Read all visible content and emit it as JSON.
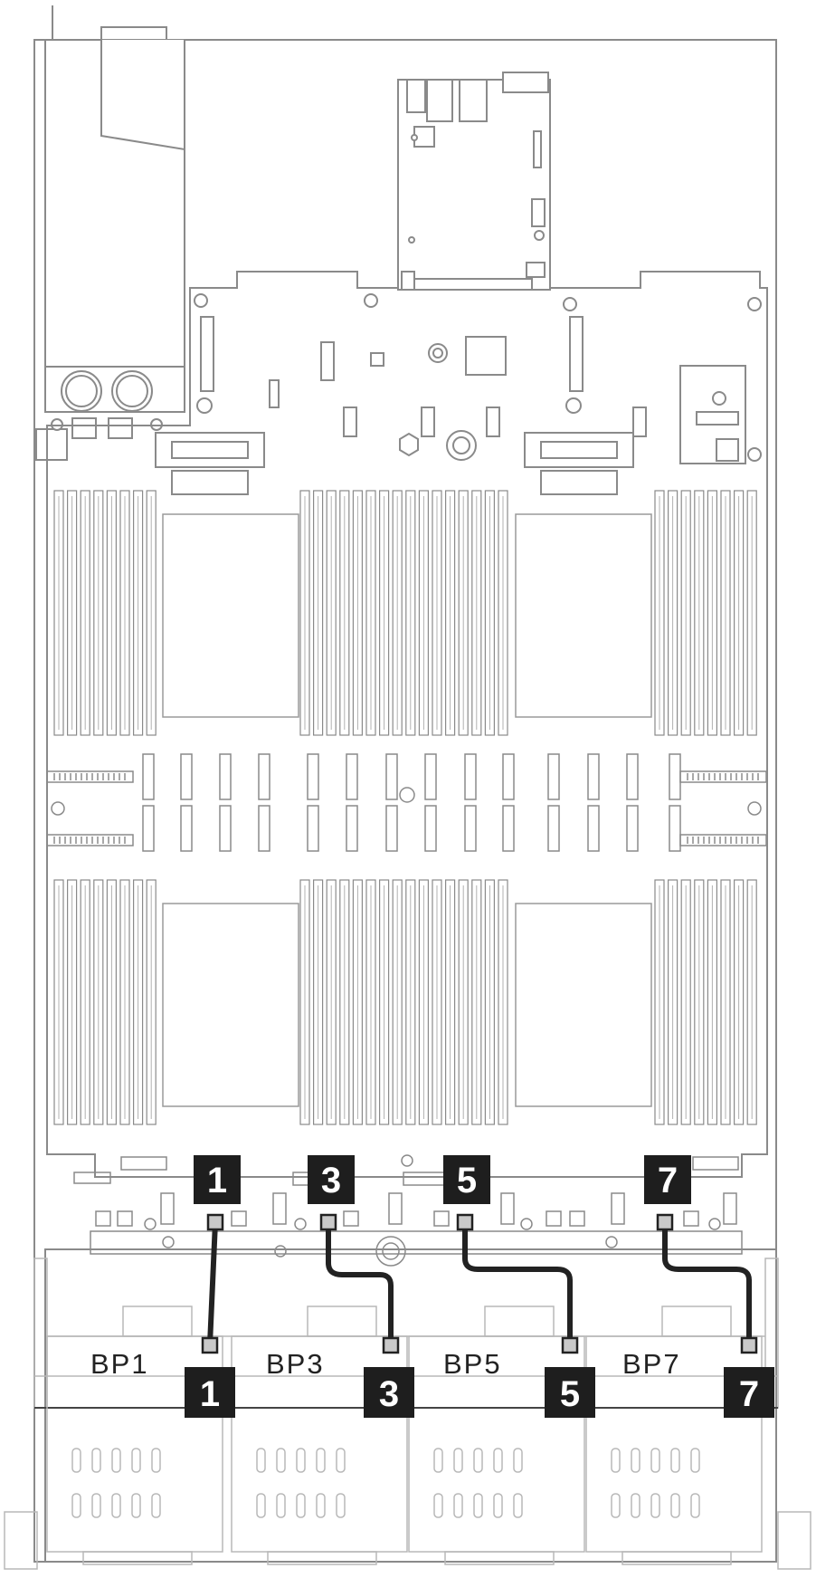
{
  "backplanes": [
    {
      "id": "bp1",
      "label": "BP1"
    },
    {
      "id": "bp3",
      "label": "BP3"
    },
    {
      "id": "bp5",
      "label": "BP5"
    },
    {
      "id": "bp7",
      "label": "BP7"
    }
  ],
  "cables": [
    {
      "id": "cable1",
      "callout": "1"
    },
    {
      "id": "cable3",
      "callout": "3"
    },
    {
      "id": "cable5",
      "callout": "5"
    },
    {
      "id": "cable7",
      "callout": "7"
    }
  ],
  "colors": {
    "line": "#8a8a8a",
    "light_line": "#b8b8b8",
    "cable": "#222222",
    "callout_bg": "#1e1e1e",
    "connector_fill": "#c9c9c9"
  }
}
